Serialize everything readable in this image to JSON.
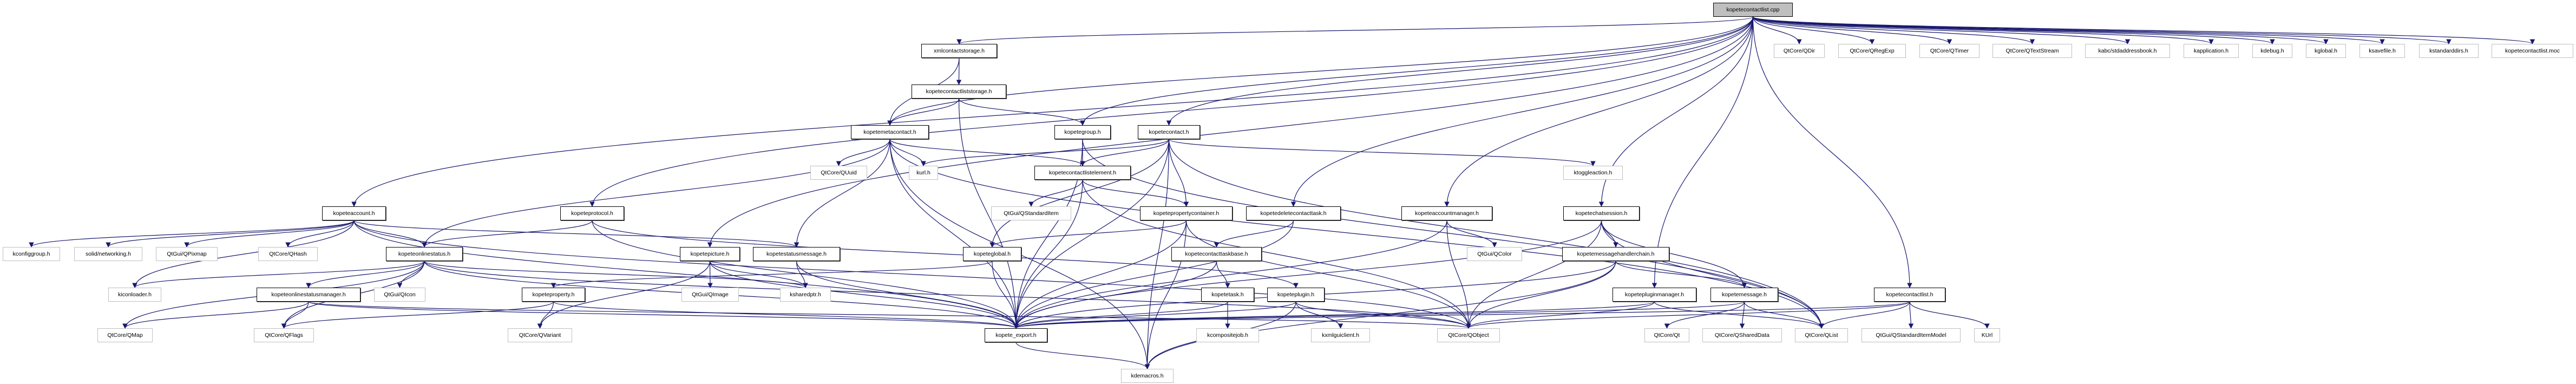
{
  "colors": {
    "edge": "#191970",
    "root_fill": "#bfbfbf",
    "external_border": "#bfbfbf",
    "documented_border": "#000000"
  },
  "nodes": [
    {
      "id": "cpp",
      "label": "kopetecontactlist.cpp",
      "kind": "root"
    },
    {
      "id": "xmlstorage",
      "label": "xmlcontactstorage.h",
      "kind": "doc"
    },
    {
      "id": "liststorage",
      "label": "kopetecontactliststorage.h",
      "kind": "doc"
    },
    {
      "id": "metacontact",
      "label": "kopetemetacontact.h",
      "kind": "doc"
    },
    {
      "id": "group",
      "label": "kopetegroup.h",
      "kind": "doc"
    },
    {
      "id": "contact",
      "label": "kopetecontact.h",
      "kind": "doc"
    },
    {
      "id": "kurl",
      "label": "kurl.h",
      "kind": "ext"
    },
    {
      "id": "listelement",
      "label": "kopetecontactlistelement.h",
      "kind": "doc"
    },
    {
      "id": "quuid",
      "label": "QtCore/QUuid",
      "kind": "ext"
    },
    {
      "id": "ktoggle",
      "label": "ktoggleaction.h",
      "kind": "ext"
    },
    {
      "id": "account",
      "label": "kopeteaccount.h",
      "kind": "doc"
    },
    {
      "id": "protocol",
      "label": "kopeteprotocol.h",
      "kind": "doc"
    },
    {
      "id": "qstditem",
      "label": "QtGui/QStandardItem",
      "kind": "ext"
    },
    {
      "id": "propcontainer",
      "label": "kopetepropertycontainer.h",
      "kind": "doc"
    },
    {
      "id": "deletetask",
      "label": "kopetedeletecontacttask.h",
      "kind": "doc"
    },
    {
      "id": "accountmgr",
      "label": "kopeteaccountmanager.h",
      "kind": "doc"
    },
    {
      "id": "chatsession",
      "label": "kopetechatsession.h",
      "kind": "doc"
    },
    {
      "id": "kconfiggroup",
      "label": "kconfiggroup.h",
      "kind": "ext"
    },
    {
      "id": "solid",
      "label": "solid/networking.h",
      "kind": "ext"
    },
    {
      "id": "qpixmap",
      "label": "QtGui/QPixmap",
      "kind": "ext"
    },
    {
      "id": "qhash",
      "label": "QtCore/QHash",
      "kind": "ext"
    },
    {
      "id": "onlinestatus",
      "label": "kopeteonlinestatus.h",
      "kind": "doc"
    },
    {
      "id": "picture",
      "label": "kopetepicture.h",
      "kind": "doc"
    },
    {
      "id": "statusmessage",
      "label": "kopetestatusmessage.h",
      "kind": "doc"
    },
    {
      "id": "global",
      "label": "kopeteglobal.h",
      "kind": "doc"
    },
    {
      "id": "taskbase",
      "label": "kopetecontacttaskbase.h",
      "kind": "doc"
    },
    {
      "id": "qcolor",
      "label": "QtGui/QColor",
      "kind": "ext"
    },
    {
      "id": "handlerchain",
      "label": "kopetemessagehandlerchain.h",
      "kind": "doc"
    },
    {
      "id": "kiconloader",
      "label": "kiconloader.h",
      "kind": "ext"
    },
    {
      "id": "statusmgr",
      "label": "kopeteonlinestatusmanager.h",
      "kind": "doc"
    },
    {
      "id": "qicon",
      "label": "QtGui/QIcon",
      "kind": "ext"
    },
    {
      "id": "property",
      "label": "kopeteproperty.h",
      "kind": "doc"
    },
    {
      "id": "qimage",
      "label": "QtGui/QImage",
      "kind": "ext"
    },
    {
      "id": "ksharedptr",
      "label": "ksharedptr.h",
      "kind": "ext"
    },
    {
      "id": "task",
      "label": "kopetetask.h",
      "kind": "doc"
    },
    {
      "id": "plugin",
      "label": "kopeteplugin.h",
      "kind": "doc"
    },
    {
      "id": "pluginmgr",
      "label": "kopetepluginmanager.h",
      "kind": "doc"
    },
    {
      "id": "message",
      "label": "kopetemessage.h",
      "kind": "doc"
    },
    {
      "id": "contactlist",
      "label": "kopetecontactlist.h",
      "kind": "doc"
    },
    {
      "id": "qmap",
      "label": "QtCore/QMap",
      "kind": "ext"
    },
    {
      "id": "qflags",
      "label": "QtCore/QFlags",
      "kind": "ext"
    },
    {
      "id": "qvariant",
      "label": "QtCore/QVariant",
      "kind": "ext"
    },
    {
      "id": "export",
      "label": "kopete_export.h",
      "kind": "doc"
    },
    {
      "id": "kcompositejob",
      "label": "kcompositejob.h",
      "kind": "ext"
    },
    {
      "id": "kxmlguiclient",
      "label": "kxmlguiclient.h",
      "kind": "ext"
    },
    {
      "id": "qobject",
      "label": "QtCore/QObject",
      "kind": "ext"
    },
    {
      "id": "qt",
      "label": "QtCore/Qt",
      "kind": "ext"
    },
    {
      "id": "qshareddata",
      "label": "QtCore/QSharedData",
      "kind": "ext"
    },
    {
      "id": "qlist",
      "label": "QtCore/QList",
      "kind": "ext"
    },
    {
      "id": "qstditemmodel",
      "label": "QtGui/QStandardItemModel",
      "kind": "ext"
    },
    {
      "id": "KUrl",
      "label": "KUrl",
      "kind": "ext"
    },
    {
      "id": "kdemacros",
      "label": "kdemacros.h",
      "kind": "ext"
    },
    {
      "id": "qdir",
      "label": "QtCore/QDir",
      "kind": "ext"
    },
    {
      "id": "qregexp",
      "label": "QtCore/QRegExp",
      "kind": "ext"
    },
    {
      "id": "qtimer",
      "label": "QtCore/QTimer",
      "kind": "ext"
    },
    {
      "id": "qtextstream",
      "label": "QtCore/QTextStream",
      "kind": "ext"
    },
    {
      "id": "kabc",
      "label": "kabc/stdaddressbook.h",
      "kind": "ext"
    },
    {
      "id": "kapplication",
      "label": "kapplication.h",
      "kind": "ext"
    },
    {
      "id": "kdebug",
      "label": "kdebug.h",
      "kind": "ext"
    },
    {
      "id": "kglobal",
      "label": "kglobal.h",
      "kind": "ext"
    },
    {
      "id": "ksavefile",
      "label": "ksavefile.h",
      "kind": "ext"
    },
    {
      "id": "kstandarddirs",
      "label": "kstandarddirs.h",
      "kind": "ext"
    },
    {
      "id": "moc",
      "label": "kopetecontactlist.moc",
      "kind": "ext"
    }
  ],
  "edges": [
    [
      "cpp",
      "xmlstorage"
    ],
    [
      "cpp",
      "metacontact"
    ],
    [
      "cpp",
      "group"
    ],
    [
      "cpp",
      "contact"
    ],
    [
      "cpp",
      "account"
    ],
    [
      "cpp",
      "protocol"
    ],
    [
      "cpp",
      "picture"
    ],
    [
      "cpp",
      "deletetask"
    ],
    [
      "cpp",
      "accountmgr"
    ],
    [
      "cpp",
      "chatsession"
    ],
    [
      "cpp",
      "pluginmgr"
    ],
    [
      "cpp",
      "contactlist"
    ],
    [
      "cpp",
      "qdir"
    ],
    [
      "cpp",
      "qregexp"
    ],
    [
      "cpp",
      "qtimer"
    ],
    [
      "cpp",
      "qtextstream"
    ],
    [
      "cpp",
      "kabc"
    ],
    [
      "cpp",
      "kapplication"
    ],
    [
      "cpp",
      "kdebug"
    ],
    [
      "cpp",
      "kglobal"
    ],
    [
      "cpp",
      "ksavefile"
    ],
    [
      "cpp",
      "kstandarddirs"
    ],
    [
      "cpp",
      "moc"
    ],
    [
      "xmlstorage",
      "liststorage"
    ],
    [
      "xmlstorage",
      "metacontact"
    ],
    [
      "liststorage",
      "metacontact"
    ],
    [
      "liststorage",
      "group"
    ],
    [
      "liststorage",
      "export"
    ],
    [
      "metacontact",
      "quuid"
    ],
    [
      "metacontact",
      "kurl"
    ],
    [
      "metacontact",
      "listelement"
    ],
    [
      "metacontact",
      "onlinestatus"
    ],
    [
      "metacontact",
      "statusmessage"
    ],
    [
      "metacontact",
      "export"
    ],
    [
      "metacontact",
      "qlist"
    ],
    [
      "metacontact",
      "kdemacros"
    ],
    [
      "group",
      "listelement"
    ],
    [
      "group",
      "export"
    ],
    [
      "group",
      "qlist"
    ],
    [
      "contact",
      "kurl"
    ],
    [
      "contact",
      "listelement"
    ],
    [
      "contact",
      "propcontainer"
    ],
    [
      "contact",
      "global"
    ],
    [
      "contact",
      "export"
    ],
    [
      "contact",
      "ktoggle"
    ],
    [
      "contact",
      "qlist"
    ],
    [
      "contact",
      "kdemacros"
    ],
    [
      "listelement",
      "qstditem"
    ],
    [
      "listelement",
      "propcontainer"
    ],
    [
      "listelement",
      "export"
    ],
    [
      "listelement",
      "qobject"
    ],
    [
      "propcontainer",
      "global"
    ],
    [
      "propcontainer",
      "export"
    ],
    [
      "propcontainer",
      "qobject"
    ],
    [
      "propcontainer",
      "kdemacros"
    ],
    [
      "global",
      "property"
    ],
    [
      "global",
      "export"
    ],
    [
      "property",
      "qvariant"
    ],
    [
      "property",
      "qflags"
    ],
    [
      "property",
      "export"
    ],
    [
      "account",
      "kconfiggroup"
    ],
    [
      "account",
      "solid"
    ],
    [
      "account",
      "qpixmap"
    ],
    [
      "account",
      "qhash"
    ],
    [
      "account",
      "onlinestatus"
    ],
    [
      "account",
      "kiconloader"
    ],
    [
      "account",
      "statusmessage"
    ],
    [
      "account",
      "export"
    ],
    [
      "account",
      "qobject"
    ],
    [
      "protocol",
      "onlinestatus"
    ],
    [
      "protocol",
      "plugin"
    ],
    [
      "protocol",
      "export"
    ],
    [
      "onlinestatus",
      "statusmgr"
    ],
    [
      "onlinestatus",
      "qicon"
    ],
    [
      "onlinestatus",
      "kiconloader"
    ],
    [
      "onlinestatus",
      "qflags"
    ],
    [
      "onlinestatus",
      "qmap"
    ],
    [
      "onlinestatus",
      "ksharedptr"
    ],
    [
      "onlinestatus",
      "export"
    ],
    [
      "onlinestatus",
      "qobject"
    ],
    [
      "statusmgr",
      "qmap"
    ],
    [
      "statusmgr",
      "qflags"
    ],
    [
      "statusmgr",
      "export"
    ],
    [
      "statusmgr",
      "qobject"
    ],
    [
      "picture",
      "qimage"
    ],
    [
      "picture",
      "ksharedptr"
    ],
    [
      "picture",
      "export"
    ],
    [
      "picture",
      "qvariant"
    ],
    [
      "statusmessage",
      "ksharedptr"
    ],
    [
      "statusmessage",
      "export"
    ],
    [
      "deletetask",
      "taskbase"
    ],
    [
      "deletetask",
      "export"
    ],
    [
      "taskbase",
      "task"
    ],
    [
      "taskbase",
      "export"
    ],
    [
      "task",
      "kcompositejob"
    ],
    [
      "task",
      "export"
    ],
    [
      "plugin",
      "kxmlguiclient"
    ],
    [
      "plugin",
      "export"
    ],
    [
      "plugin",
      "kdemacros"
    ],
    [
      "plugin",
      "qobject"
    ],
    [
      "accountmgr",
      "qcolor"
    ],
    [
      "accountmgr",
      "qobject"
    ],
    [
      "accountmgr",
      "export"
    ],
    [
      "chatsession",
      "handlerchain"
    ],
    [
      "chatsession",
      "message"
    ],
    [
      "chatsession",
      "qlist"
    ],
    [
      "chatsession",
      "export"
    ],
    [
      "chatsession",
      "qobject"
    ],
    [
      "handlerchain",
      "message"
    ],
    [
      "handlerchain",
      "qobject"
    ],
    [
      "handlerchain",
      "kdemacros"
    ],
    [
      "handlerchain",
      "export"
    ],
    [
      "pluginmgr",
      "qobject"
    ],
    [
      "pluginmgr",
      "qlist"
    ],
    [
      "pluginmgr",
      "export"
    ],
    [
      "message",
      "qt"
    ],
    [
      "message",
      "qshareddata"
    ],
    [
      "message",
      "qlist"
    ],
    [
      "message",
      "export"
    ],
    [
      "contactlist",
      "qlist"
    ],
    [
      "contactlist",
      "qstditemmodel"
    ],
    [
      "contactlist",
      "KUrl"
    ],
    [
      "contactlist",
      "export"
    ],
    [
      "contactlist",
      "qobject"
    ],
    [
      "export",
      "kdemacros"
    ]
  ]
}
